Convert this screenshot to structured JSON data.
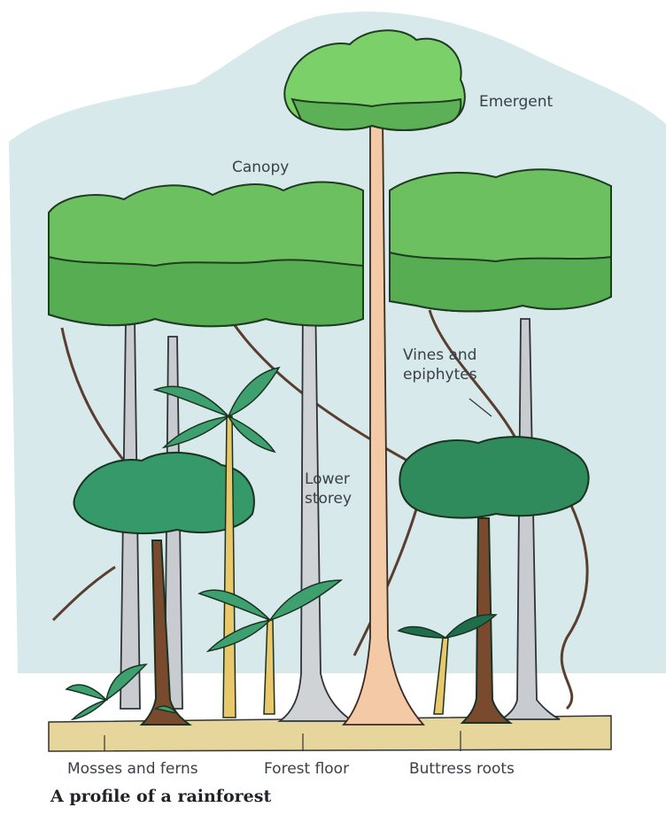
{
  "diagram": {
    "labels": {
      "emergent": "Emergent",
      "canopy": "Canopy",
      "vines_line1": "Vines and",
      "vines_line2": "epiphytes",
      "lower_line1": "Lower",
      "lower_line2": "storey",
      "mosses": "Mosses and ferns",
      "forest_floor": "Forest floor",
      "buttress": "Buttress roots"
    },
    "caption": "A profile of a rainforest"
  },
  "colors": {
    "sky": "#cfe3e6",
    "canopy_light": "#7bc96a",
    "canopy_mid": "#5fb357",
    "canopy_dark": "#2f8a5c",
    "palm": "#3a9a6e",
    "emergent_trunk": "#f2c7a4",
    "trunk_grey": "#c9cdd0",
    "trunk_brown": "#7a4a2e",
    "vine": "#6b4a3a",
    "ground": "#e4d49a"
  }
}
